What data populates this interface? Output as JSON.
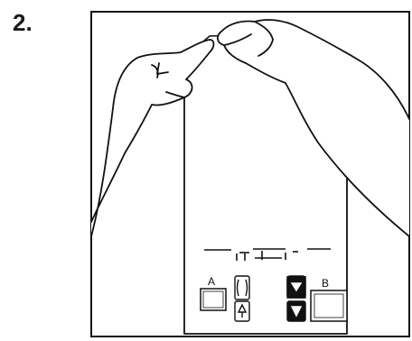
{
  "step": {
    "number": "2."
  },
  "illustration": {
    "slot_a_label": "A",
    "slot_b_label": "B"
  }
}
